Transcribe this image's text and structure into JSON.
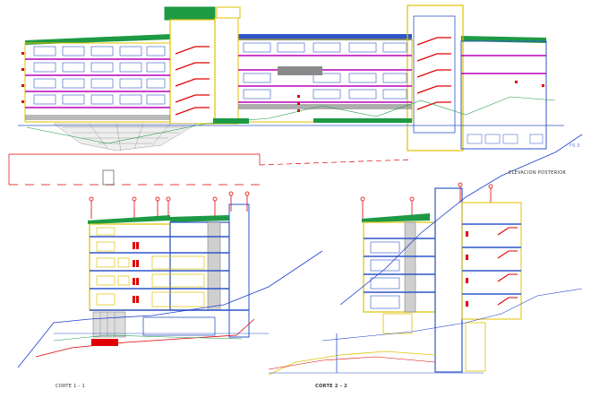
{
  "drawing": {
    "elevation_title": "ELEVACION POSTERIOR",
    "section_1_title": "CORTE 1 - 1",
    "section_2_title": "CORTE 2 - 2",
    "corner_mark": "FR.E"
  },
  "colors": {
    "background": "#ffffff",
    "frame_blue": "#2f56c8",
    "wall_yellow": "#e0c200",
    "floor_magenta": "#b800b8",
    "roof_green": "#1e9a45",
    "rail_red": "#e00000",
    "terrain_blue": "#1e3fd0",
    "grid_gray": "#8a8a8a"
  }
}
